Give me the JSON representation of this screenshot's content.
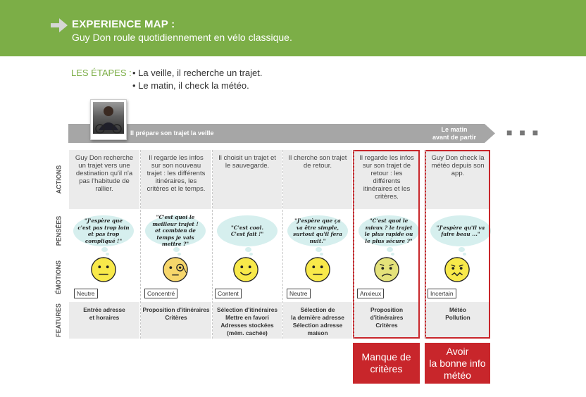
{
  "header": {
    "title": "EXPERIENCE MAP :",
    "subtitle": "Guy Don roule quotidiennement en vélo classique."
  },
  "stages": {
    "label": "LES ÉTAPES :",
    "items": [
      "• La veille, il recherche un trajet.",
      "• Le matin, il check la météo."
    ]
  },
  "banner": {
    "phase1": "Il prépare son trajet la veille",
    "phase2_line1": "Le matin",
    "phase2_line2": "avant de partir",
    "more": "■ ■ ■"
  },
  "row_labels": {
    "actions": "ACTIONS",
    "thoughts": "PENSÉES",
    "emotions": "ÉMOTIONS",
    "features": "FEATURES"
  },
  "columns": [
    {
      "action": "Guy Don recherche un trajet vers une destination qu'il n'a pas l'habitude de rallier.",
      "thought": "\"J'espère que c'est pas trop loin et pas trop compliqué !\"",
      "emotion": "Neutre",
      "mood": "neutral",
      "feature": "Entrée adresse\net horaires"
    },
    {
      "action": "Il regarde les infos sur son nouveau trajet : les différents itinéraires, les critères et le temps.",
      "thought": "\"C'est quoi le meilleur trajet ! et combien de temps je vais mettre ?\"",
      "emotion": "Concentré",
      "mood": "focused",
      "feature": "Proposition d'itinéraires\nCritères"
    },
    {
      "action": "Il choisit un trajet et le sauvegarde.",
      "thought": "\"C'est cool.\nC'est fait !\"",
      "emotion": "Content",
      "mood": "happy",
      "feature": "Sélection d'itinéraires\nMettre en favori\nAdresses stockées\n(mém. cachée)"
    },
    {
      "action": "Il cherche son trajet de retour.",
      "thought": "\"J'espère que ça va être simple, surtout qu'il fera nuit.\"",
      "emotion": "Neutre",
      "mood": "neutral",
      "feature": "Sélection de\nla dernière adresse\nSélection adresse maison"
    },
    {
      "action": "Il regarde les infos sur son trajet de retour : les différents itinéraires et les critères.",
      "thought": "\"C'est quoi le mieux ? le trajet le plus rapide ou le plus sécure ?\"",
      "emotion": "Anxieux",
      "mood": "anxious",
      "feature": "Proposition d'itinéraires\nCritères"
    },
    {
      "action": "Guy Don check la météo depuis son app.",
      "thought": "\"J'espère qu'il va faire beau ...\"",
      "emotion": "Incertain",
      "mood": "uncertain",
      "feature": "Météo\nPollution"
    }
  ],
  "pain_points": [
    {
      "text": "Manque de\ncritères"
    },
    {
      "text": "Avoir\nla bonne info\nmétéo"
    }
  ],
  "colors": {
    "green": "#7cae47",
    "banner_gray": "#a6a6a6",
    "red": "#c8262b",
    "thought_bubble": "#d6efee",
    "face_yellow": "#f8e94a"
  }
}
